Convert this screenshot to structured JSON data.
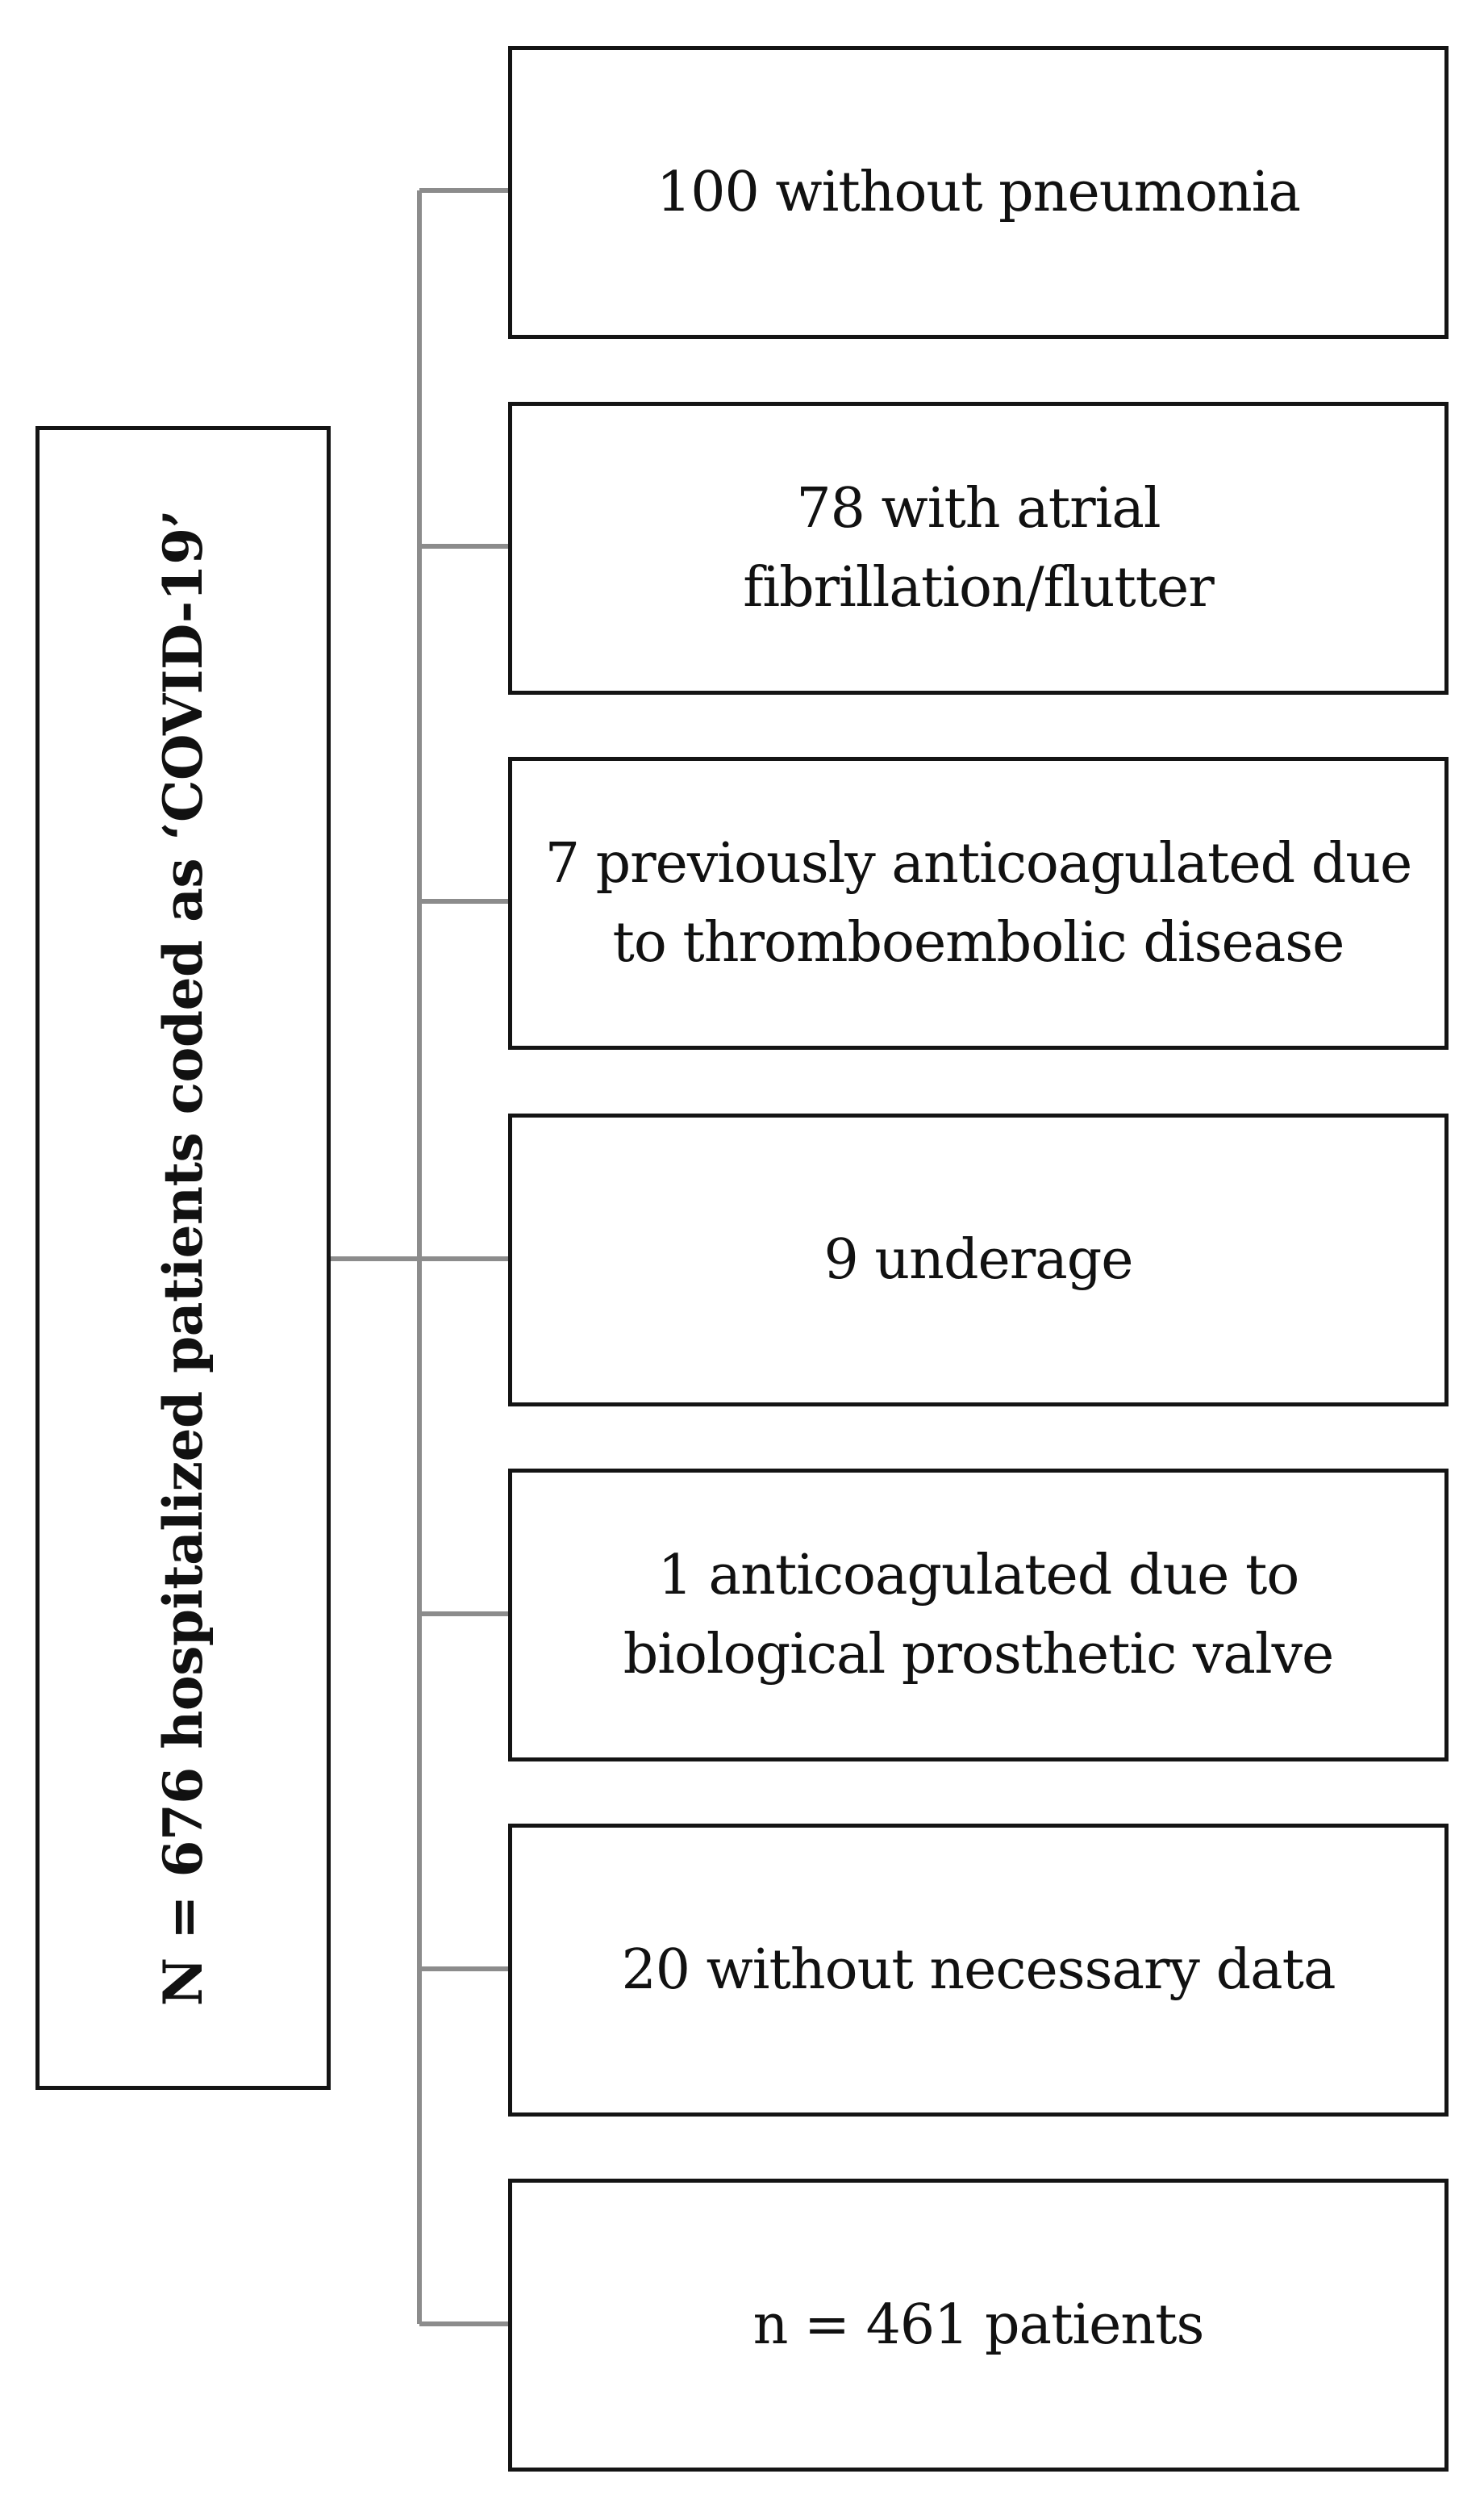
{
  "diagram": {
    "source": {
      "label": "N = 676 hospitalized patients coded as ‘COVID-19’"
    },
    "exclusions": [
      {
        "label": "100 without pneumonia"
      },
      {
        "label": "78 with atrial fibrillation/flutter"
      },
      {
        "label": "7 previously anticoagulated due to thromboembolic disease"
      },
      {
        "label": "9 underage"
      },
      {
        "label": "1 anticoagulated due to biological prosthetic valve"
      },
      {
        "label": "20 without necessary data"
      }
    ],
    "result": {
      "label": "n = 461 patients"
    },
    "colors": {
      "box_border": "#141414",
      "connector": "#8c8c8c",
      "text": "#111111"
    }
  }
}
